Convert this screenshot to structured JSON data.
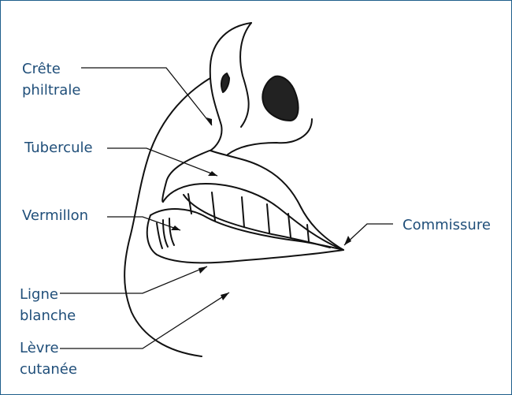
{
  "labels": {
    "crete_line1": "Crête",
    "crete_line2": "philtrale",
    "tubercule": "Tubercule",
    "vermillon": "Vermillon",
    "commissure": "Commissure",
    "ligne_line1": "Ligne",
    "ligne_line2": "blanche",
    "levre_line1": "Lèvre",
    "levre_line2": "cutanée"
  },
  "colors": {
    "label_text": "#1f4e79",
    "frame_border": "#1f5f8b",
    "drawing": "#111111"
  }
}
